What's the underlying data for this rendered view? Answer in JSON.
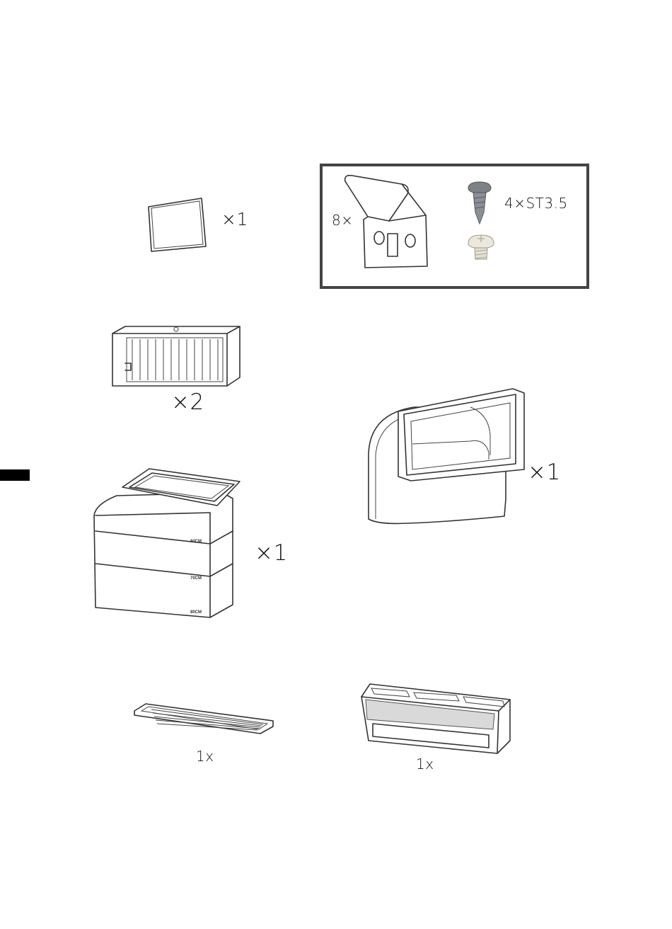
{
  "parts": {
    "gasket_qty": "×1",
    "grease_filter_qty": "×2",
    "chimney_qty": "×1",
    "elbow_duct_qty": "×1",
    "vent_grille_qty": "1x",
    "carbon_filter_qty": "1x"
  },
  "hardware_box": {
    "bracket_qty": "8×",
    "screw_qty": "4×ST3.5"
  },
  "chimney_marks": [
    "60CM",
    "70CM",
    "80CM"
  ],
  "icons": {
    "gasket": "gasket-frame-icon",
    "grease_filter": "grease-filter-icon",
    "chimney": "chimney-cover-icon",
    "elbow_duct": "elbow-duct-icon",
    "vent_grille": "vent-grille-icon",
    "carbon_filter": "carbon-filter-icon",
    "bracket": "mounting-bracket-icon",
    "screw_grey": "self-tapping-screw-icon",
    "screw_white": "round-head-screw-icon"
  },
  "colors": {
    "line": "#333333",
    "box_border": "#444444",
    "tab_marker": "#000000",
    "screw_grey": "#7d8288",
    "screw_white": "#ece8dc"
  }
}
